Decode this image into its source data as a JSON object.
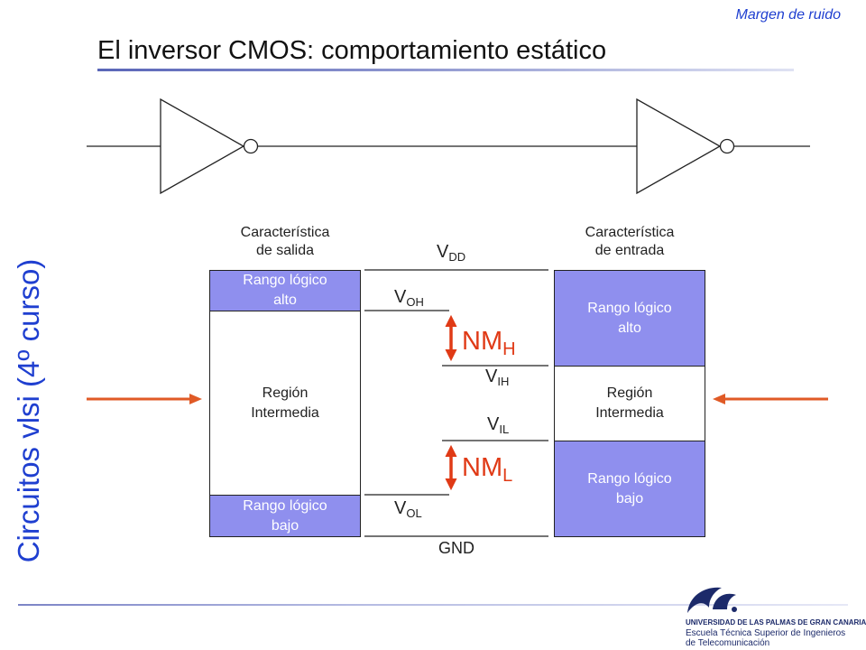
{
  "header": {
    "section_label": "Margen de ruido",
    "title": "El inversor CMOS: comportamiento estático"
  },
  "sidebar": {
    "course": "Circuitos vlsi (4º curso)"
  },
  "output_characteristic": {
    "heading_line1": "Característica",
    "heading_line2": "de salida",
    "high_range": "Rango lógico alto",
    "intermediate": "Región Intermedia",
    "low_range": "Rango lógico bajo"
  },
  "input_characteristic": {
    "heading_line1": "Característica",
    "heading_line2": "de entrada",
    "high_range": "Rango lógico alto",
    "intermediate": "Región Intermedia",
    "low_range": "Rango lógico bajo"
  },
  "levels": {
    "vdd": {
      "main": "V",
      "sub": "DD"
    },
    "voh": {
      "main": "V",
      "sub": "OH"
    },
    "vih": {
      "main": "V",
      "sub": "IH"
    },
    "vil": {
      "main": "V",
      "sub": "IL"
    },
    "vol": {
      "main": "V",
      "sub": "OL"
    },
    "gnd": "GND"
  },
  "noise_margins": {
    "high": {
      "main": "NM",
      "sub": "H"
    },
    "low": {
      "main": "NM",
      "sub": "L"
    }
  },
  "logo": {
    "line1": "UNIVERSIDAD DE LAS PALMAS DE GRAN CANARIA",
    "line2": "Escuela Técnica Superior de Ingenieros",
    "line3": "de Telecomunicación"
  },
  "colors": {
    "accent_blue": "#1f3fd0",
    "range_fill": "#8f8fee",
    "noise_margin": "#e03a16"
  },
  "icons": [
    "inverter-gate-icon",
    "university-logo-icon",
    "arrow-right-icon",
    "arrow-left-icon"
  ]
}
